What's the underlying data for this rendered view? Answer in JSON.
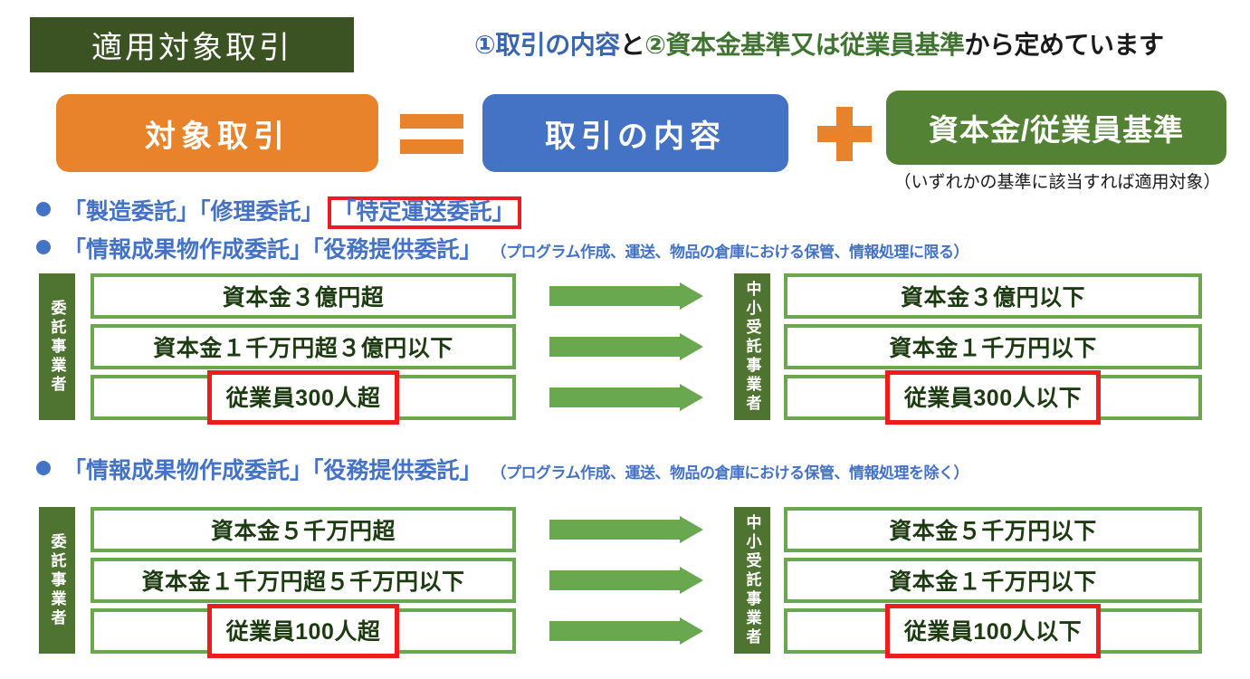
{
  "title_bar": {
    "label": "適用対象取引"
  },
  "header_note": {
    "part1": "①取引の内容",
    "part2": "と",
    "part3": "②資本金基準又は従業員基準",
    "part4": "から定めています"
  },
  "formula": {
    "target_box": "対象取引",
    "equals_symbol": "=",
    "content_box": "取引の内容",
    "plus_symbol": "+",
    "criteria_box": "資本金/従業員基準",
    "criteria_note": "（いずれかの基準に該当すれば適用対象）"
  },
  "bullets": [
    {
      "main": "「製造委託」「修理委託」",
      "highlight": "「特定運送委託」",
      "sub": ""
    },
    {
      "main": "「情報成果物作成委託」「役務提供委託」",
      "highlight": "",
      "sub": "（プログラム作成、運送、物品の倉庫における保管、情報処理に限る）"
    },
    {
      "main": "「情報成果物作成委託」「役務提供委託」",
      "highlight": "",
      "sub": "（プログラム作成、運送、物品の倉庫における保管、情報処理を除く）"
    }
  ],
  "tables": [
    {
      "left_label": "委託事業者",
      "right_label": "中小受託事業者",
      "rows": [
        {
          "left": "資本金３億円超",
          "left_red": false,
          "right": "資本金３億円以下",
          "right_red": false
        },
        {
          "left": "資本金１千万円超３億円以下",
          "left_red": false,
          "right": "資本金１千万円以下",
          "right_red": false
        },
        {
          "left": "従業員300人超",
          "left_red": true,
          "right": "従業員300人以下",
          "right_red": true
        }
      ]
    },
    {
      "left_label": "委託事業者",
      "right_label": "中小受託事業者",
      "rows": [
        {
          "left": "資本金５千万円超",
          "left_red": false,
          "right": "資本金５千万円以下",
          "right_red": false
        },
        {
          "left": "資本金１千万円超５千万円以下",
          "left_red": false,
          "right": "資本金１千万円以下",
          "right_red": false
        },
        {
          "left": "従業員100人超",
          "left_red": true,
          "right": "従業員100人以下",
          "right_red": true
        }
      ]
    }
  ],
  "colors": {
    "dark_green": "#3b5323",
    "label_green": "#4f7432",
    "border_green": "#6aa84f",
    "orange": "#e8832c",
    "blue": "#4472c4",
    "box_green": "#548235",
    "red": "#ee1c1c",
    "text_green": "#3f7530",
    "row_text": "#1d3b10"
  }
}
